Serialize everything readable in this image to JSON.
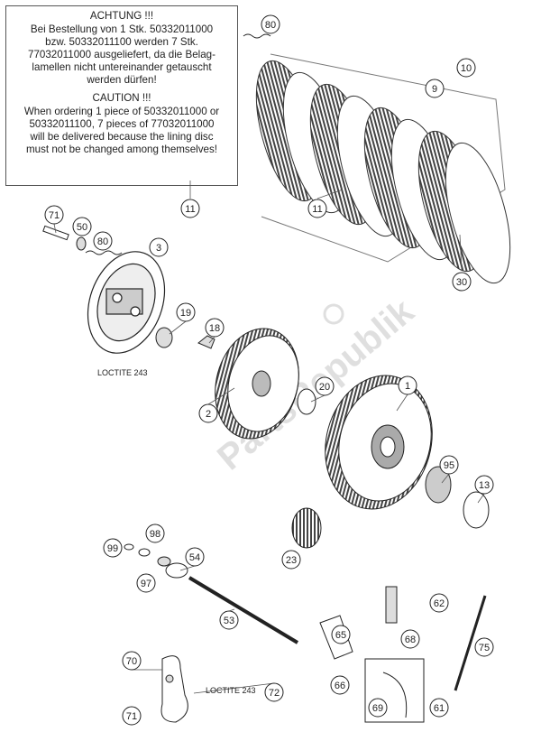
{
  "notice": {
    "de_heading": "ACHTUNG !!!",
    "de_text": "Bei Bestellung von 1 Stk. 50332011000\nbzw. 50332011100 werden 7 Stk.\n77032011000 ausgeliefert, da die Belag-\nlamellen nicht untereinander getauscht\nwerden dürfen!",
    "en_heading": "CAUTION !!!",
    "en_text": "When ordering 1 piece of 50332011000 or\n50332011100, 7 pieces of 77032011000\nwill be delivered because the lining disc\nmust not be changed among themselves!"
  },
  "callouts": [
    "80",
    "10",
    "9",
    "11",
    "11",
    "30",
    "71",
    "50",
    "80",
    "3",
    "19",
    "18",
    "2",
    "20",
    "1",
    "95",
    "13",
    "23",
    "98",
    "99",
    "54",
    "97",
    "53",
    "62",
    "68",
    "75",
    "65",
    "70",
    "66",
    "72",
    "69",
    "61",
    "71"
  ],
  "loctite": [
    "LOCTITE 243",
    "LOCTITE 243"
  ],
  "watermark": "PartsRepublik"
}
